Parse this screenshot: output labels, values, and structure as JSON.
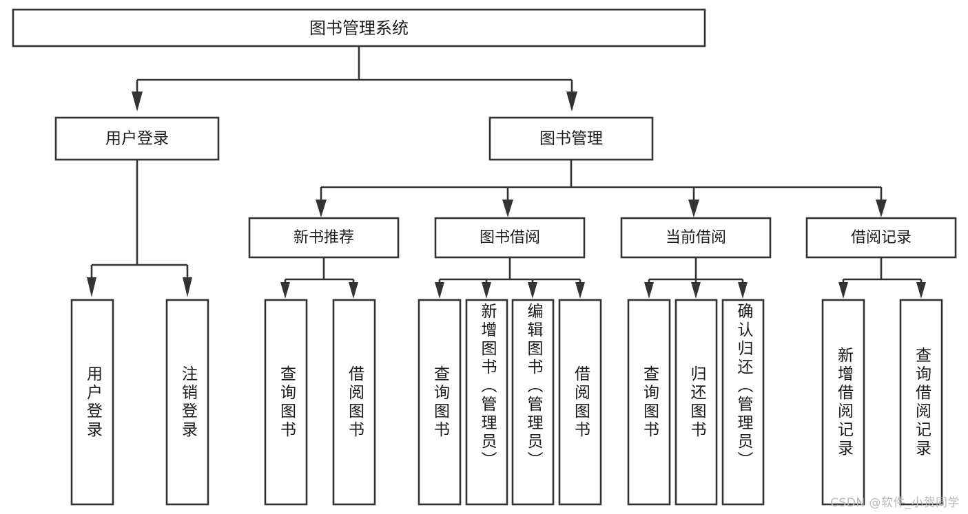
{
  "diagram": {
    "type": "tree",
    "title": "图书管理系统",
    "watermark": "CSDN @软件_小贺同学",
    "colors": {
      "stroke": "#333333",
      "fill": "#ffffff",
      "text": "#1a1a1a",
      "watermark": "#b9b9b9"
    },
    "levels": {
      "root": {
        "label": "图书管理系统"
      },
      "level2": [
        {
          "id": "user-login",
          "label": "用户登录"
        },
        {
          "id": "book-manage",
          "label": "图书管理"
        }
      ],
      "level3": [
        {
          "id": "new-book-rec",
          "label": "新书推荐",
          "parent": "book-manage"
        },
        {
          "id": "book-borrow",
          "label": "图书借阅",
          "parent": "book-manage"
        },
        {
          "id": "current-borrow",
          "label": "当前借阅",
          "parent": "book-manage"
        },
        {
          "id": "borrow-record",
          "label": "借阅记录",
          "parent": "book-manage"
        }
      ],
      "leaves": [
        {
          "id": "leaf-user-login",
          "label": "用户登录",
          "parent": "user-login"
        },
        {
          "id": "leaf-logout",
          "label": "注销登录",
          "parent": "user-login"
        },
        {
          "id": "leaf-query-book-1",
          "label": "查询图书",
          "parent": "new-book-rec"
        },
        {
          "id": "leaf-borrow-book-1",
          "label": "借阅图书",
          "parent": "new-book-rec"
        },
        {
          "id": "leaf-query-book-2",
          "label": "查询图书",
          "parent": "book-borrow"
        },
        {
          "id": "leaf-add-book",
          "label": "新增图书（管理员）",
          "parent": "book-borrow"
        },
        {
          "id": "leaf-edit-book",
          "label": "编辑图书（管理员）",
          "parent": "book-borrow"
        },
        {
          "id": "leaf-borrow-book-2",
          "label": "借阅图书",
          "parent": "book-borrow"
        },
        {
          "id": "leaf-query-book-3",
          "label": "查询图书",
          "parent": "current-borrow"
        },
        {
          "id": "leaf-return-book",
          "label": "归还图书",
          "parent": "current-borrow"
        },
        {
          "id": "leaf-confirm-return",
          "label": "确认归还（管理员）",
          "parent": "current-borrow"
        },
        {
          "id": "leaf-add-record",
          "label": "新增借阅记录",
          "parent": "borrow-record"
        },
        {
          "id": "leaf-query-record",
          "label": "查询借阅记录",
          "parent": "borrow-record"
        }
      ]
    }
  }
}
